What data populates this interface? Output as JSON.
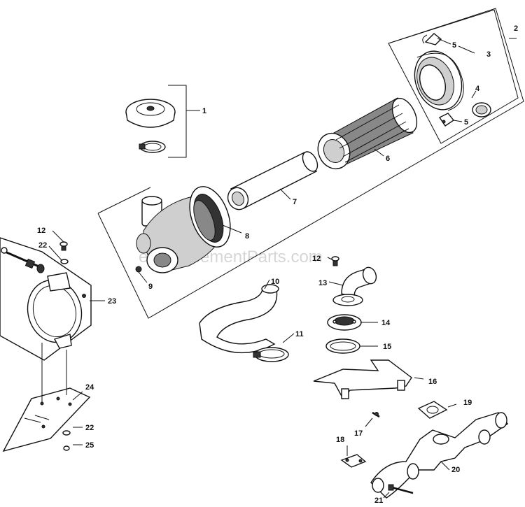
{
  "watermark": "eReplacementParts.com",
  "callouts": [
    {
      "id": "1",
      "label": "1"
    },
    {
      "id": "2",
      "label": "2"
    },
    {
      "id": "3",
      "label": "3"
    },
    {
      "id": "4",
      "label": "4"
    },
    {
      "id": "5a",
      "label": "5"
    },
    {
      "id": "5b",
      "label": "5"
    },
    {
      "id": "6",
      "label": "6"
    },
    {
      "id": "7",
      "label": "7"
    },
    {
      "id": "8",
      "label": "8"
    },
    {
      "id": "9",
      "label": "9"
    },
    {
      "id": "10",
      "label": "10"
    },
    {
      "id": "11",
      "label": "11"
    },
    {
      "id": "12a",
      "label": "12"
    },
    {
      "id": "12b",
      "label": "12"
    },
    {
      "id": "13",
      "label": "13"
    },
    {
      "id": "14",
      "label": "14"
    },
    {
      "id": "15",
      "label": "15"
    },
    {
      "id": "16",
      "label": "16"
    },
    {
      "id": "17",
      "label": "17"
    },
    {
      "id": "18",
      "label": "18"
    },
    {
      "id": "19",
      "label": "19"
    },
    {
      "id": "20",
      "label": "20"
    },
    {
      "id": "21",
      "label": "21"
    },
    {
      "id": "22a",
      "label": "22"
    },
    {
      "id": "22b",
      "label": "22"
    },
    {
      "id": "23",
      "label": "23"
    },
    {
      "id": "24",
      "label": "24"
    },
    {
      "id": "25",
      "label": "25"
    }
  ]
}
